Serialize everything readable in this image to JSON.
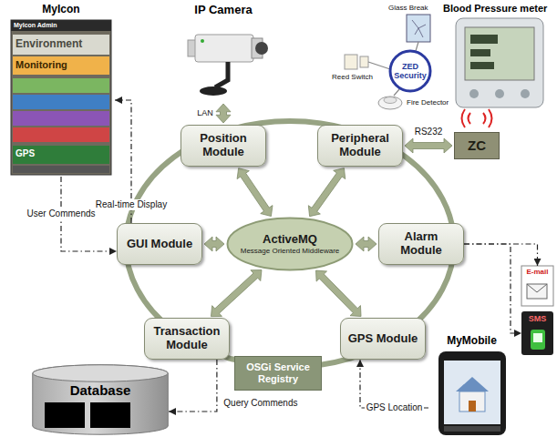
{
  "diagram": {
    "nodes": [
      {
        "text": [
          "IP Camera"
        ]
      },
      {
        "text": [
          "MyIcon"
        ]
      },
      {
        "text": [
          "Position Module"
        ]
      },
      {
        "text": [
          "Peripheral Module"
        ]
      },
      {
        "text": [
          "ZC"
        ]
      },
      {
        "text": [
          "GUI Module"
        ]
      },
      {
        "text": [
          "ActiveMQ",
          "Message Oriented Middleware"
        ]
      },
      {
        "text": [
          "Alarm Module"
        ]
      },
      {
        "text": [
          "Transaction Module"
        ]
      },
      {
        "text": [
          "GPS Module"
        ]
      },
      {
        "text": [
          "MyMobile"
        ]
      },
      {
        "text": [
          "E-mail"
        ]
      },
      {
        "text": [
          "SMS"
        ]
      },
      {
        "text": [
          "Database"
        ]
      },
      {
        "text": [
          "OSGi Service Registry"
        ]
      }
    ],
    "edges": [
      {
        "from": 0,
        "to": 2,
        "arrow": "both",
        "label": "LAN"
      },
      {
        "from": 3,
        "to": 4,
        "arrow": "both",
        "label": "RS232"
      },
      {
        "from": 2,
        "to": 6,
        "arrow": "both"
      },
      {
        "from": 3,
        "to": 6,
        "arrow": "both"
      },
      {
        "from": 5,
        "to": 6,
        "arrow": "both"
      },
      {
        "from": 7,
        "to": 6,
        "arrow": "both"
      },
      {
        "from": 8,
        "to": 6,
        "arrow": "both"
      },
      {
        "from": 9,
        "to": 6,
        "arrow": "both"
      },
      {
        "from": 1,
        "to": 5,
        "arrow": "to",
        "label": "User Commends"
      },
      {
        "from": 5,
        "to": 1,
        "arrow": "to",
        "label": "Real-time Display"
      },
      {
        "from": 7,
        "to": 11,
        "arrow": "to"
      },
      {
        "from": 7,
        "to": 12,
        "arrow": "to"
      },
      {
        "from": 8,
        "to": 13,
        "arrow": "to",
        "label": "Query Commends"
      },
      {
        "from": 10,
        "to": 9,
        "arrow": "to",
        "label": "GPS Location"
      }
    ],
    "labels": [
      "MyIcon Admin",
      "Environment",
      "Monitoring",
      "GPS",
      "Glass Break",
      "Blood Pressure meter",
      "ZED Security",
      "Reed Switch",
      "Fire Detector"
    ]
  }
}
